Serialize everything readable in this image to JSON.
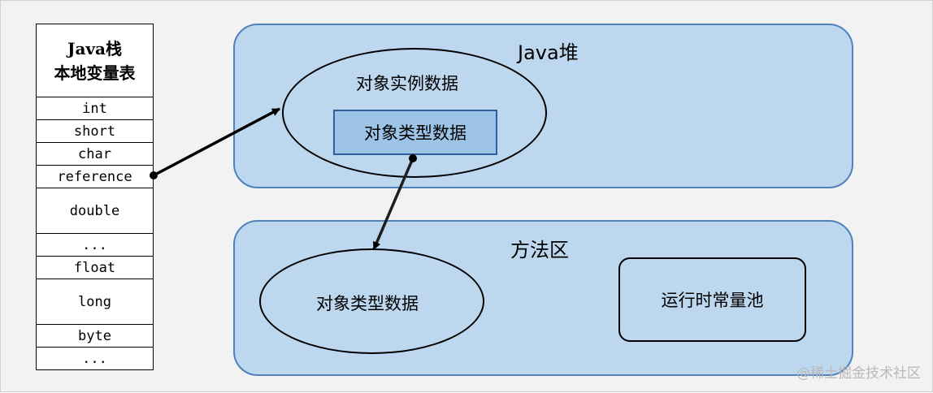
{
  "stack": {
    "title": "Java栈",
    "subtitle": "本地变量表",
    "slots": [
      "int",
      "short",
      "char",
      "reference",
      "double",
      "...",
      "float",
      "long",
      "byte",
      "..."
    ]
  },
  "heap": {
    "title": "Java堆",
    "instance_label": "对象实例数据",
    "type_label": "对象类型数据"
  },
  "method_area": {
    "title": "方法区",
    "type_label": "对象类型数据",
    "pool_label": "运行时常量池"
  },
  "watermark": "@稀土掘金技术社区",
  "colors": {
    "panel_fill": "#bdd7ee",
    "panel_border": "#4f81bd",
    "box_fill": "#9dc3e6",
    "arrow": "#000000"
  }
}
